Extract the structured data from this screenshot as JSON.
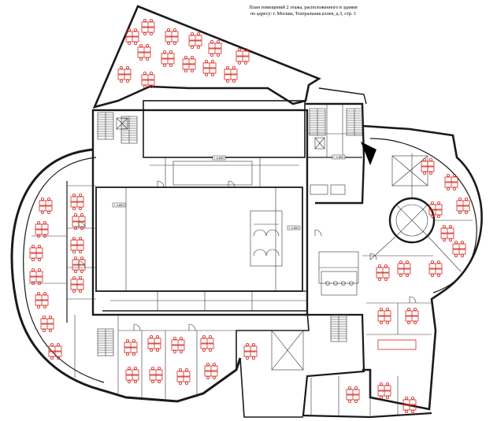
{
  "title": {
    "line1": "План помещений 2 этажа, расположенного в здании",
    "line2": "по адресу: г. Москва, Театральная аллея, д.3, стр. 1"
  },
  "level_marks": [
    "+ 4.800",
    "+ 4.800",
    "+ 4.800",
    "+ 4.800"
  ],
  "colors": {
    "walls": "#1a1a1a",
    "furniture": "#d8271f",
    "background": "#ffffff"
  },
  "icons": [
    "stair-icon",
    "elevator-icon",
    "toilet-icon",
    "desk-cluster-icon",
    "door-swing-icon"
  ]
}
